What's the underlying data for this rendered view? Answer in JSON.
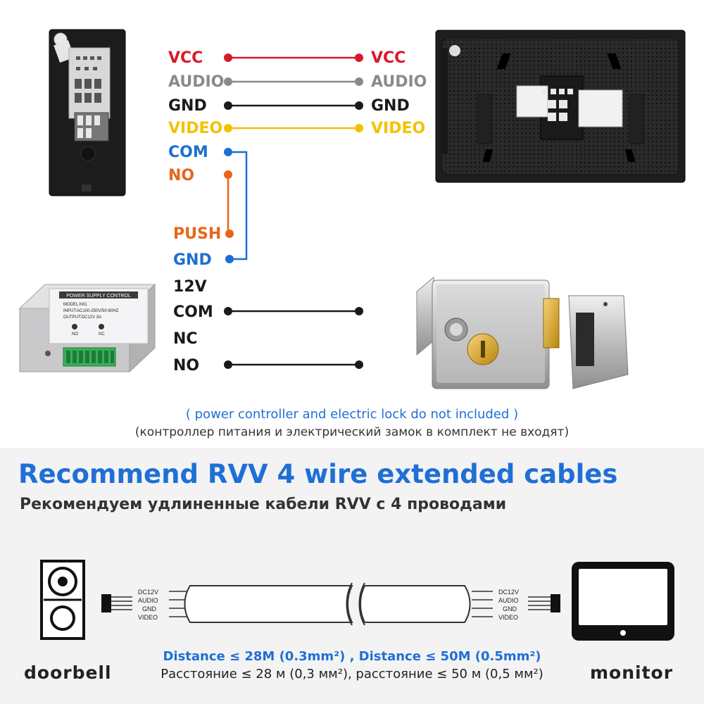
{
  "doorbell_wires": [
    "VCC",
    "AUDIO",
    "GND",
    "VIDEO",
    "COM",
    "NO"
  ],
  "monitor_wires": [
    "VCC",
    "AUDIO",
    "GND",
    "VIDEO"
  ],
  "controller_terminals": [
    "PUSH",
    "GND",
    "12V",
    "COM",
    "NC",
    "NO"
  ],
  "power_supply": {
    "title": "POWER SUPPLY CONTROL",
    "model": "MODEL:K61",
    "input": "INPUT:AC100-250V/50-60HZ",
    "output": "OUTPUT:DC12V 3A",
    "no_label": "NO",
    "nc_label": "NC"
  },
  "note_en": "( power controller and electric lock do not included )",
  "note_ru": "(контроллер питания и электрический замок в комплект не входят)",
  "title_en": "Recommend RVV 4 wire extended cables",
  "title_ru": "Рекомендуем удлиненные кабели RVV с 4 проводами",
  "cable_labels": [
    "DC12V",
    "AUDIO",
    "GND",
    "VIDEO"
  ],
  "distance_en": "Distance ≤ 28M (0.3mm²) ,  Distance ≤ 50M (0.5mm²)",
  "distance_ru": "Расстояние ≤ 28 м (0,3 мм²), расстояние ≤ 50 м (0,5 мм²)",
  "caption_doorbell": "doorbell",
  "caption_monitor": "monitor",
  "colors": {
    "vcc": "#d8192b",
    "audio": "#8a8a8a",
    "gnd": "#1a1a1a",
    "video": "#f2c200",
    "com": "#1b6fd1",
    "no": "#e8661a",
    "title": "#1f6fd6"
  }
}
